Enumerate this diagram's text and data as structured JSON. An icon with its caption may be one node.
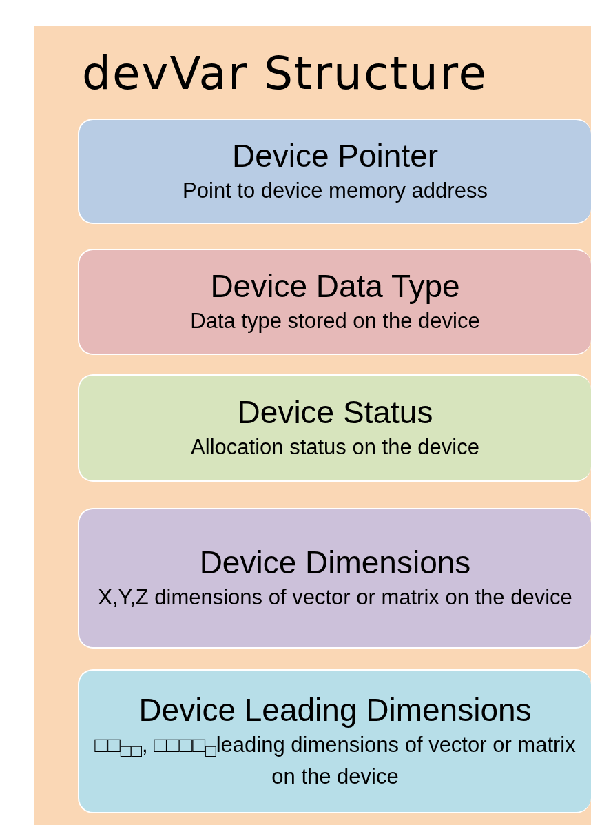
{
  "diagram": {
    "nodes": [
      {
        "text": [
          "devVar Structure"
        ]
      },
      {
        "text": [
          "Device Pointer",
          "Point to device memory address"
        ],
        "in": 0
      },
      {
        "text": [
          "Device Data Type",
          "Data type stored on the device"
        ],
        "in": 0
      },
      {
        "text": [
          "Device Status",
          "Allocation status on the device"
        ],
        "in": 0
      },
      {
        "text": [
          "Device Dimensions",
          "X,Y,Z dimensions of vector or matrix on the device"
        ],
        "in": 0
      },
      {
        "text": [
          "Device Leading Dimensions",
          "□□$_{□□}$, □□□□$_{□}$leading dimensions of vector or matrix on the device"
        ],
        "in": 0
      }
    ]
  }
}
